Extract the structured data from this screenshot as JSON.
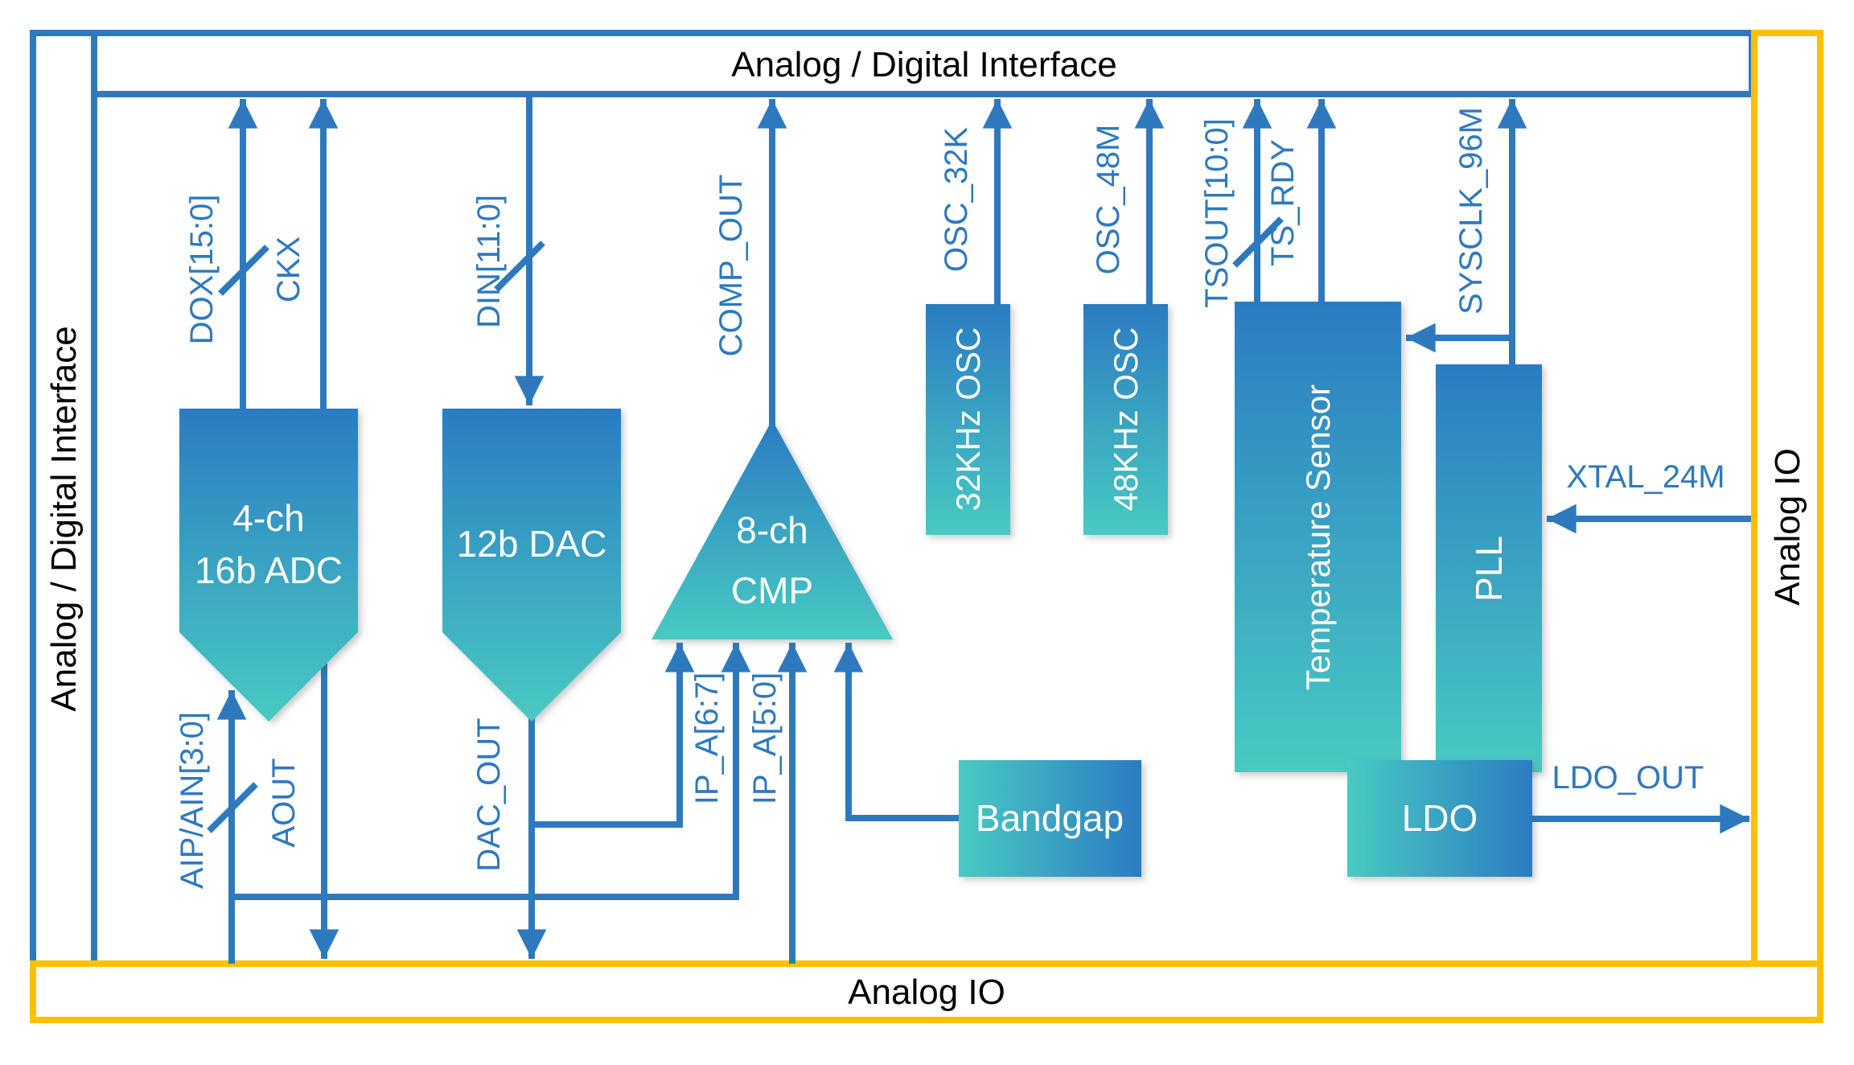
{
  "frame": {
    "top_bar_label": "Analog / Digital Interface",
    "left_bar_label": "Analog / Digital Interface",
    "right_bar_label": "Analog IO",
    "bottom_bar_label": "Analog IO"
  },
  "blocks": {
    "adc": {
      "line1": "4-ch",
      "line2": "16b ADC"
    },
    "dac": {
      "label": "12b DAC"
    },
    "cmp": {
      "line1": "8-ch",
      "line2": "CMP"
    },
    "osc32": {
      "label": "32KHz OSC"
    },
    "osc48": {
      "label": "48KHz OSC"
    },
    "temp_sensor": {
      "label": "Temperature Sensor"
    },
    "pll": {
      "label": "PLL"
    },
    "bandgap": {
      "label": "Bandgap"
    },
    "ldo": {
      "label": "LDO"
    }
  },
  "signals": {
    "dox": "DOX[15:0]",
    "ckx": "CKX",
    "din": "DIN[11:0]",
    "comp_out": "COMP_OUT",
    "osc_32k": "OSC_32K",
    "osc_48m": "OSC_48M",
    "tsout": "TSOUT[10:0]",
    "ts_rdy": "TS_RDY",
    "sysclk": "SYSCLK_96M",
    "xtal": "XTAL_24M",
    "ldo_out": "LDO_OUT",
    "aip_ain": "AIP/AIN[3:0]",
    "aout": "AOUT",
    "dac_out": "DAC_OUT",
    "ip_a_67": "IP_A[6:7]",
    "ip_a_50": "IP_A[5:0]"
  },
  "colors": {
    "digital_frame": "#2E79BE",
    "analog_frame": "#FFC000",
    "block_gradient_top": "#2B7CC2",
    "block_gradient_bottom": "#48CAC2",
    "label_text": "#2E79BE",
    "header_text": "#000000",
    "block_text": "#FFFFFF"
  }
}
